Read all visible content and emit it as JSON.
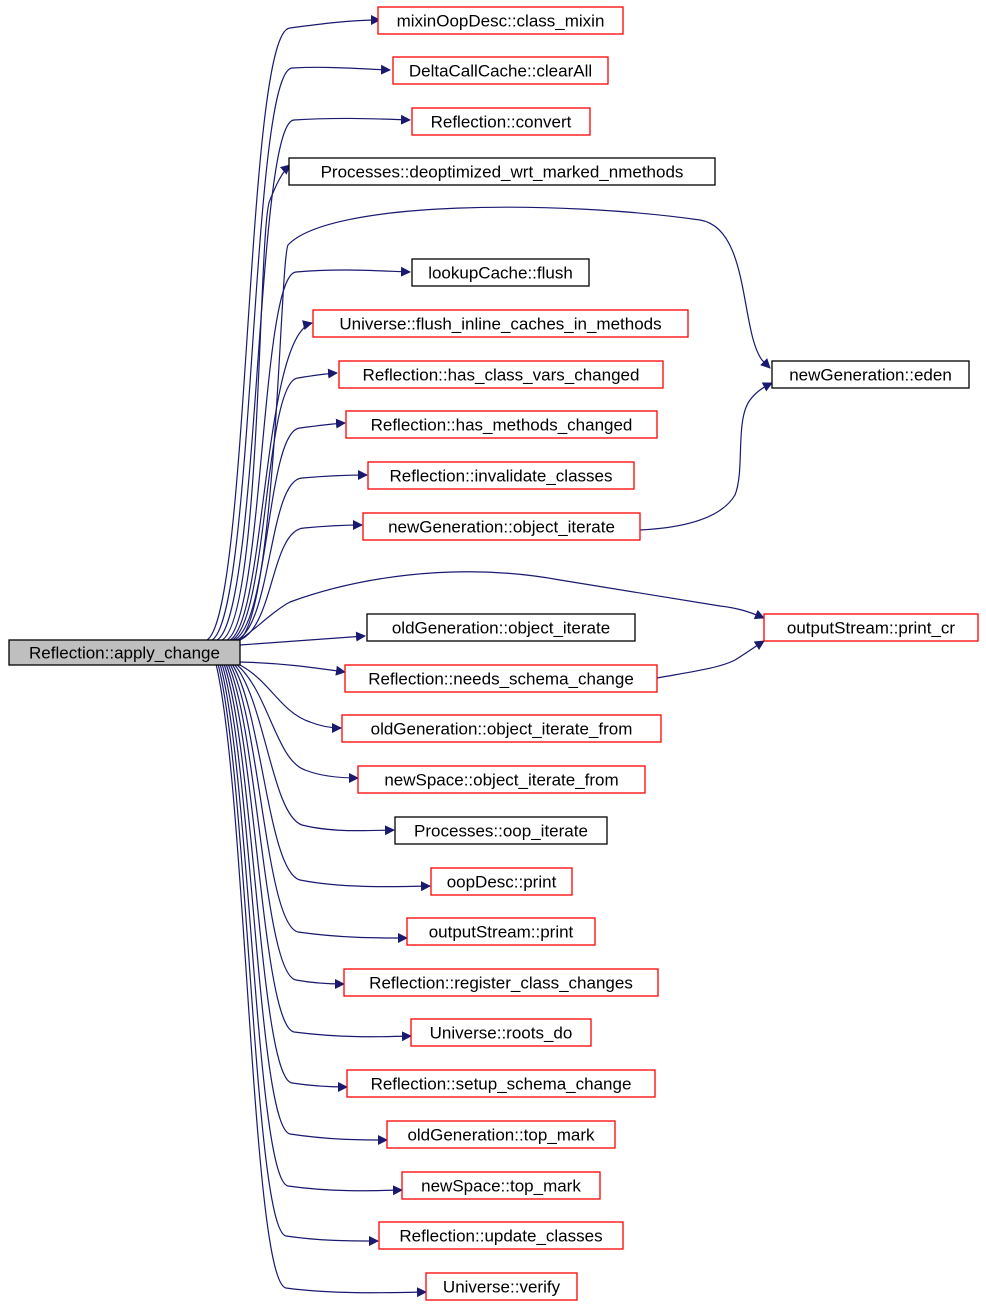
{
  "colors": {
    "edge": "#191970",
    "border_documented": "#ff0000",
    "border_plain": "#000000",
    "root_fill": "#bfbfbf",
    "node_fill": "#ffffff"
  },
  "root": {
    "label": "Reflection::apply_change"
  },
  "callees": [
    {
      "id": "n0",
      "label": "mixinOopDesc::class_mixin",
      "border": "red"
    },
    {
      "id": "n1",
      "label": "DeltaCallCache::clearAll",
      "border": "red"
    },
    {
      "id": "n2",
      "label": "Reflection::convert",
      "border": "red"
    },
    {
      "id": "n3",
      "label": "Processes::deoptimized_wrt_marked_nmethods",
      "border": "black"
    },
    {
      "id": "n4",
      "label": "lookupCache::flush",
      "border": "black"
    },
    {
      "id": "n5",
      "label": "Universe::flush_inline_caches_in_methods",
      "border": "red"
    },
    {
      "id": "n6",
      "label": "Reflection::has_class_vars_changed",
      "border": "red"
    },
    {
      "id": "n7",
      "label": "Reflection::has_methods_changed",
      "border": "red"
    },
    {
      "id": "n8",
      "label": "Reflection::invalidate_classes",
      "border": "red"
    },
    {
      "id": "n9",
      "label": "newGeneration::object_iterate",
      "border": "red"
    },
    {
      "id": "n10",
      "label": "oldGeneration::object_iterate",
      "border": "black"
    },
    {
      "id": "n11",
      "label": "Reflection::needs_schema_change",
      "border": "red"
    },
    {
      "id": "n12",
      "label": "oldGeneration::object_iterate_from",
      "border": "red"
    },
    {
      "id": "n13",
      "label": "newSpace::object_iterate_from",
      "border": "red"
    },
    {
      "id": "n14",
      "label": "Processes::oop_iterate",
      "border": "black"
    },
    {
      "id": "n15",
      "label": "oopDesc::print",
      "border": "red"
    },
    {
      "id": "n16",
      "label": "outputStream::print",
      "border": "red"
    },
    {
      "id": "n17",
      "label": "Reflection::register_class_changes",
      "border": "red"
    },
    {
      "id": "n18",
      "label": "Universe::roots_do",
      "border": "red"
    },
    {
      "id": "n19",
      "label": "Reflection::setup_schema_change",
      "border": "red"
    },
    {
      "id": "n20",
      "label": "oldGeneration::top_mark",
      "border": "red"
    },
    {
      "id": "n21",
      "label": "newSpace::top_mark",
      "border": "red"
    },
    {
      "id": "n22",
      "label": "Reflection::update_classes",
      "border": "red"
    },
    {
      "id": "n23",
      "label": "Universe::verify",
      "border": "red"
    }
  ],
  "secondary": [
    {
      "id": "s0",
      "label": "newGeneration::eden",
      "border": "black"
    },
    {
      "id": "s1",
      "label": "outputStream::print_cr",
      "border": "red"
    }
  ]
}
